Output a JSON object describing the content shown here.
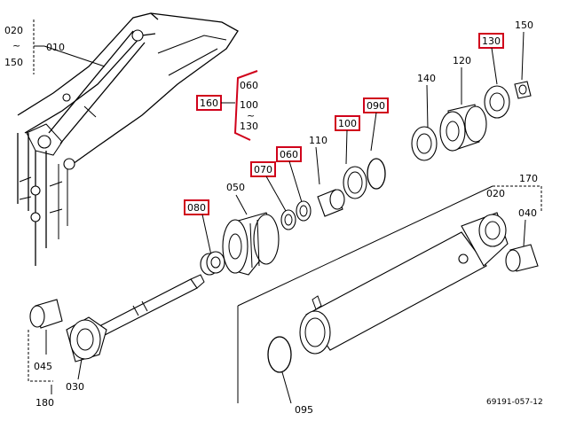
{
  "colors": {
    "highlight": "#d0021b",
    "line": "#000000",
    "background": "#ffffff"
  },
  "labels": {
    "p020": "020",
    "tilde_left": "~",
    "p150_left": "150",
    "p010": "010",
    "p160": "160",
    "p060_a": "060",
    "p100_a": "100",
    "tilde_mid": "~",
    "p130_a": "130",
    "p110": "110",
    "p070": "070",
    "p060_b": "060",
    "p100_b": "100",
    "p090": "090",
    "p050": "050",
    "p080": "080",
    "p140": "140",
    "p120": "120",
    "p130_b": "130",
    "p150_right": "150",
    "p170": "170",
    "p020_right": "020",
    "p040": "040",
    "p045": "045",
    "p030": "030",
    "p180": "180",
    "p095": "095",
    "ref": "69191-057-12"
  },
  "highlighted_parts": [
    "160",
    "070",
    "060",
    "100",
    "090",
    "080",
    "130"
  ]
}
